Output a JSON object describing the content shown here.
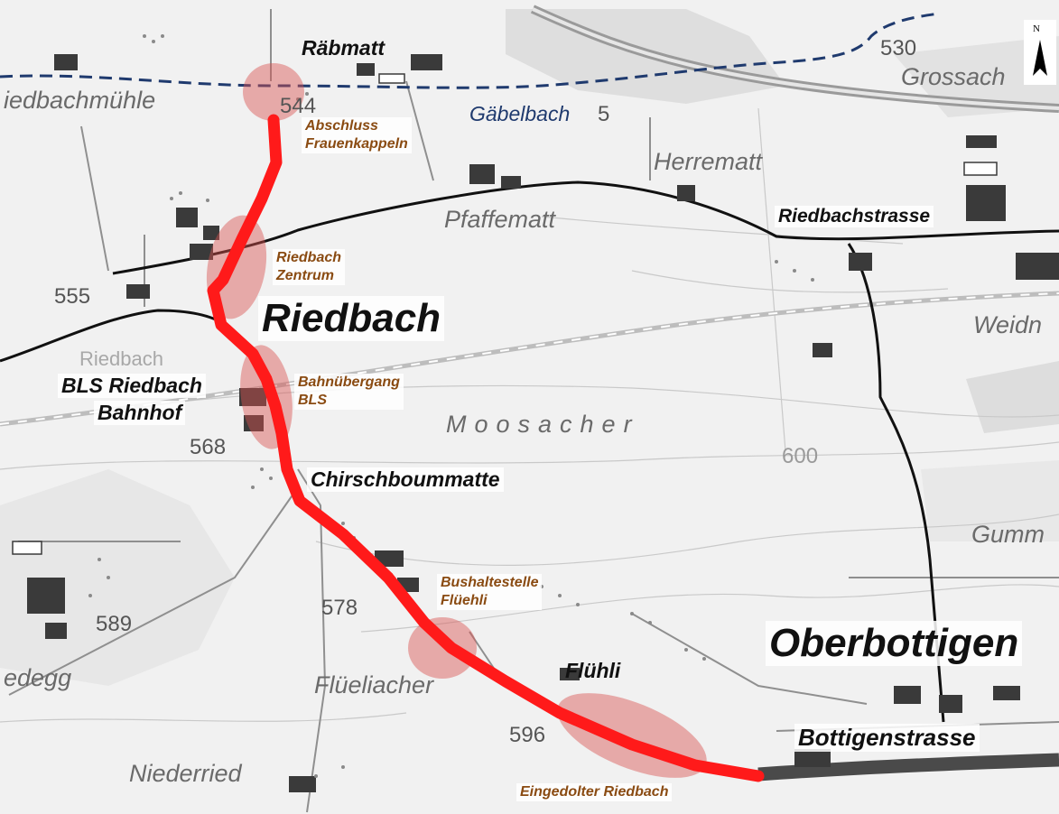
{
  "map": {
    "colors": {
      "route": "#ff1a1a",
      "zone": "#d9534f",
      "stream": "#1f3a6e",
      "road": "#111111",
      "annotation": "#8a4b12"
    },
    "places": {
      "raebmatt": "Räbmatt",
      "riedbachmuehle": "iedbachmühle",
      "grossach": "Grossach",
      "herrematt": "Herrematt",
      "pfaffematt": "Pfaffematt",
      "riedbach": "Riedbach",
      "weidn": "Weidn",
      "bls_bahnhof_line1": "BLS Riedbach",
      "bls_bahnhof_line2": "Bahnhof",
      "riedbach_gray": "Riedbach",
      "moosacher": "Moosacher",
      "chirschboummatte": "Chirschboummatte",
      "gumm": "Gumm",
      "oberbottigen": "Oberbottigen",
      "edegg": "edegg",
      "flueeliacher": "Flüeliacher",
      "fluehli": "Flühli",
      "niederried": "Niederried"
    },
    "roads": {
      "riedbachstrasse": "Riedbachstrasse",
      "bottigenstrasse": "Bottigenstrasse"
    },
    "stream_label": "Gäbelbach",
    "stream_km": "5",
    "heights": {
      "h530": "530",
      "h544": "544",
      "h555": "555",
      "h568": "568",
      "h578": "578",
      "h589": "589",
      "h596": "596",
      "h600": "600"
    },
    "annotations": {
      "abschluss_line1": "Abschluss",
      "abschluss_line2": "Frauenkappeln",
      "zentrum_line1": "Riedbach",
      "zentrum_line2": "Zentrum",
      "bahnuebergang_line1": "Bahnübergang",
      "bahnuebergang_line2": "BLS",
      "bushalt_line1": "Bushaltestelle",
      "bushalt_line2": "Flüehli",
      "eingedolt": "Eingedolter Riedbach"
    },
    "north_label": "N"
  }
}
